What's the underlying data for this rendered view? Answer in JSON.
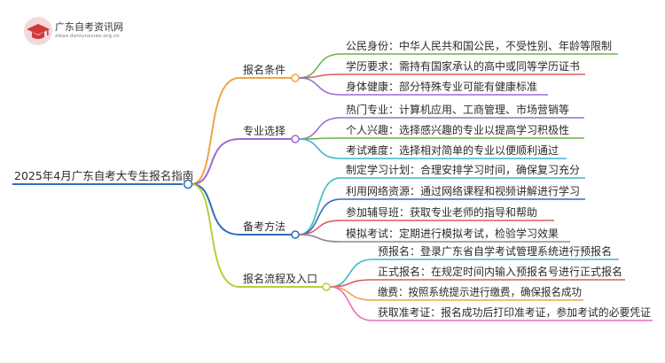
{
  "logo": {
    "title": "广东自考资讯网",
    "subtitle": "zikao.danlunzxiao.org.cn"
  },
  "root": "2025年4月广东自考大专生报名指南",
  "branches": [
    {
      "label": "报名条件",
      "color": "#f2a444",
      "children": [
        {
          "text": "公民身份：中华人民共和国公民，不受性别、年龄等限制",
          "color": "#6bb44a"
        },
        {
          "text": "学历要求：需持有国家承认的高中或同等学历证书",
          "color": "#e05a5a"
        },
        {
          "text": "身体健康：部分特殊专业可能有健康标准",
          "color": "#9b6bd6"
        }
      ]
    },
    {
      "label": "专业选择",
      "color": "#9b6bd6",
      "children": [
        {
          "text": "热门专业：计算机应用、工商管理、市场营销等",
          "color": "#9b6bd6"
        },
        {
          "text": "个人兴趣：选择感兴趣的专业以提高学习积极性",
          "color": "#6bb44a"
        },
        {
          "text": "考试难度：选择相对简单的专业以便顺利通过",
          "color": "#3fb7c9"
        }
      ]
    },
    {
      "label": "备考方法",
      "color": "#2f6fb8",
      "children": [
        {
          "text": "制定学习计划：合理安排学习时间，确保复习充分",
          "color": "#3fb7c9"
        },
        {
          "text": "利用网络资源：通过网络课程和视频讲解进行学习",
          "color": "#2f6fb8"
        },
        {
          "text": "参加辅导班：获取专业老师的指导和帮助",
          "color": "#e05a5a"
        },
        {
          "text": "模拟考试：定期进行模拟考试，检验学习效果",
          "color": "#8c8c8c"
        }
      ]
    },
    {
      "label": "报名流程及入口",
      "color": "#b5cf3d",
      "children": [
        {
          "text": "预报名：登录广东省自学考试管理系统进行预报名",
          "color": "#3fb7c9"
        },
        {
          "text": "正式报名：在规定时间内输入预报名号进行正式报名",
          "color": "#e05a5a"
        },
        {
          "text": "缴费：按照系统提示进行缴费，确保报名成功",
          "color": "#f2a444"
        },
        {
          "text": "获取准考证：报名成功后打印准考证，参加考试的必要凭证",
          "color": "#e86fb8"
        }
      ]
    }
  ]
}
